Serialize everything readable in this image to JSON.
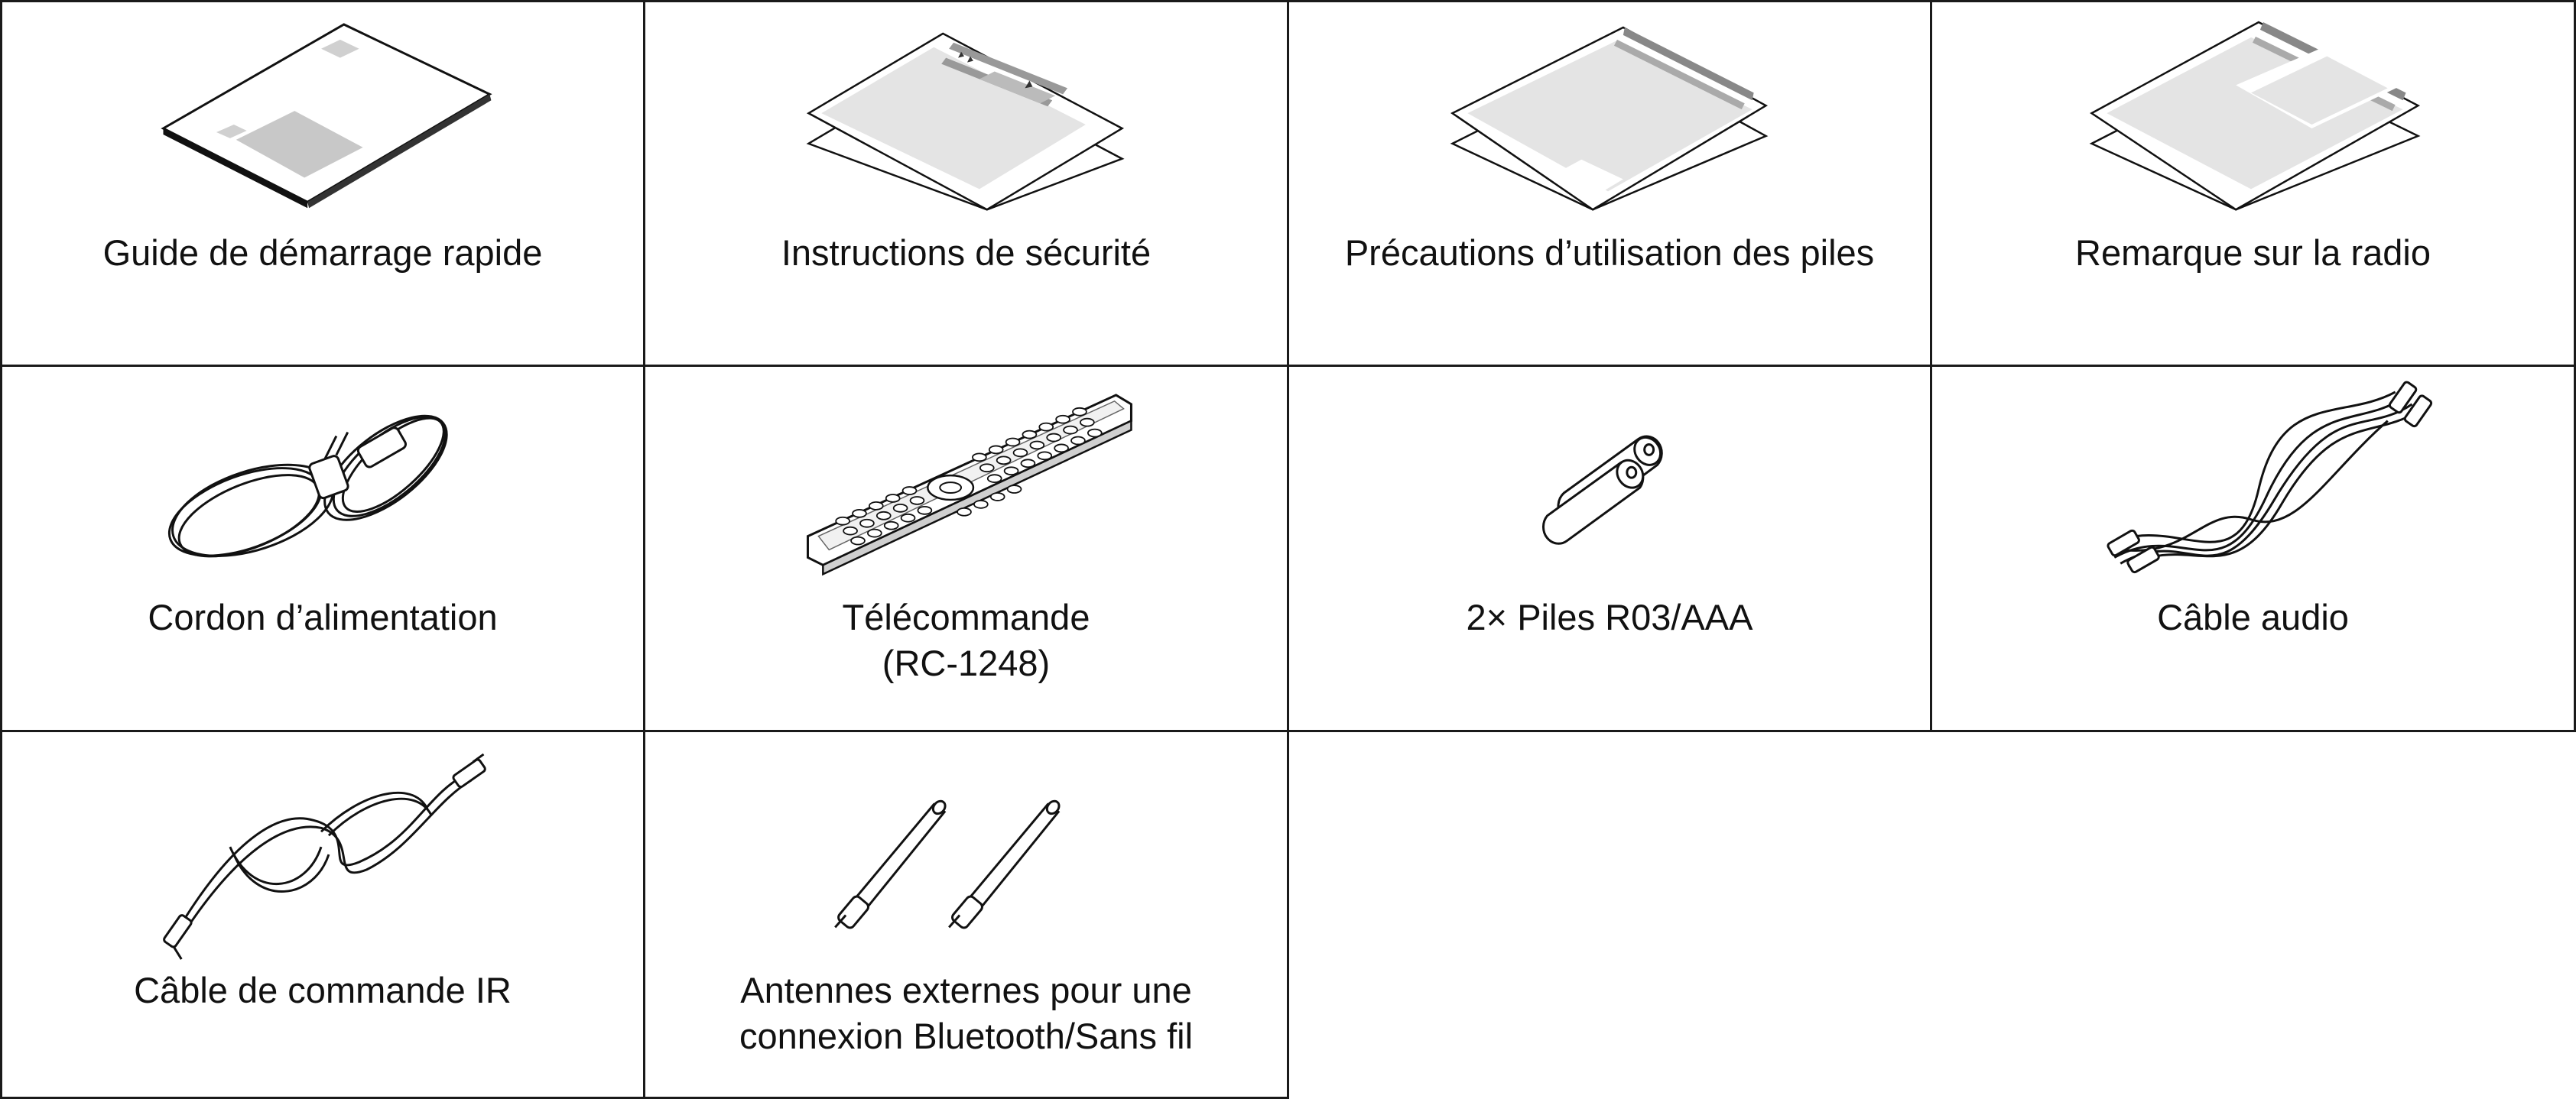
{
  "items": [
    {
      "line1": "Guide de démarrage rapide",
      "line2": "",
      "icon": "quick-start-guide"
    },
    {
      "line1": "Instructions de sécurité",
      "line2": "",
      "icon": "safety-instructions"
    },
    {
      "line1": "Précautions d’utilisation des piles",
      "line2": "",
      "icon": "battery-precautions"
    },
    {
      "line1": "Remarque sur la radio",
      "line2": "",
      "icon": "radio-notes"
    },
    {
      "line1": "Cordon d’alimentation",
      "line2": "",
      "icon": "power-cord"
    },
    {
      "line1": "Télécommande",
      "line2": "(RC-1248)",
      "icon": "remote-control"
    },
    {
      "line1": "2× Piles R03/AAA",
      "line2": "",
      "icon": "aaa-batteries"
    },
    {
      "line1": "Câble audio",
      "line2": "",
      "icon": "audio-cable"
    },
    {
      "line1": "Câble de commande IR",
      "line2": "",
      "icon": "ir-control-cable"
    },
    {
      "line1": "Antennes externes pour une",
      "line2": "connexion Bluetooth/Sans fil",
      "icon": "external-antennas"
    }
  ]
}
